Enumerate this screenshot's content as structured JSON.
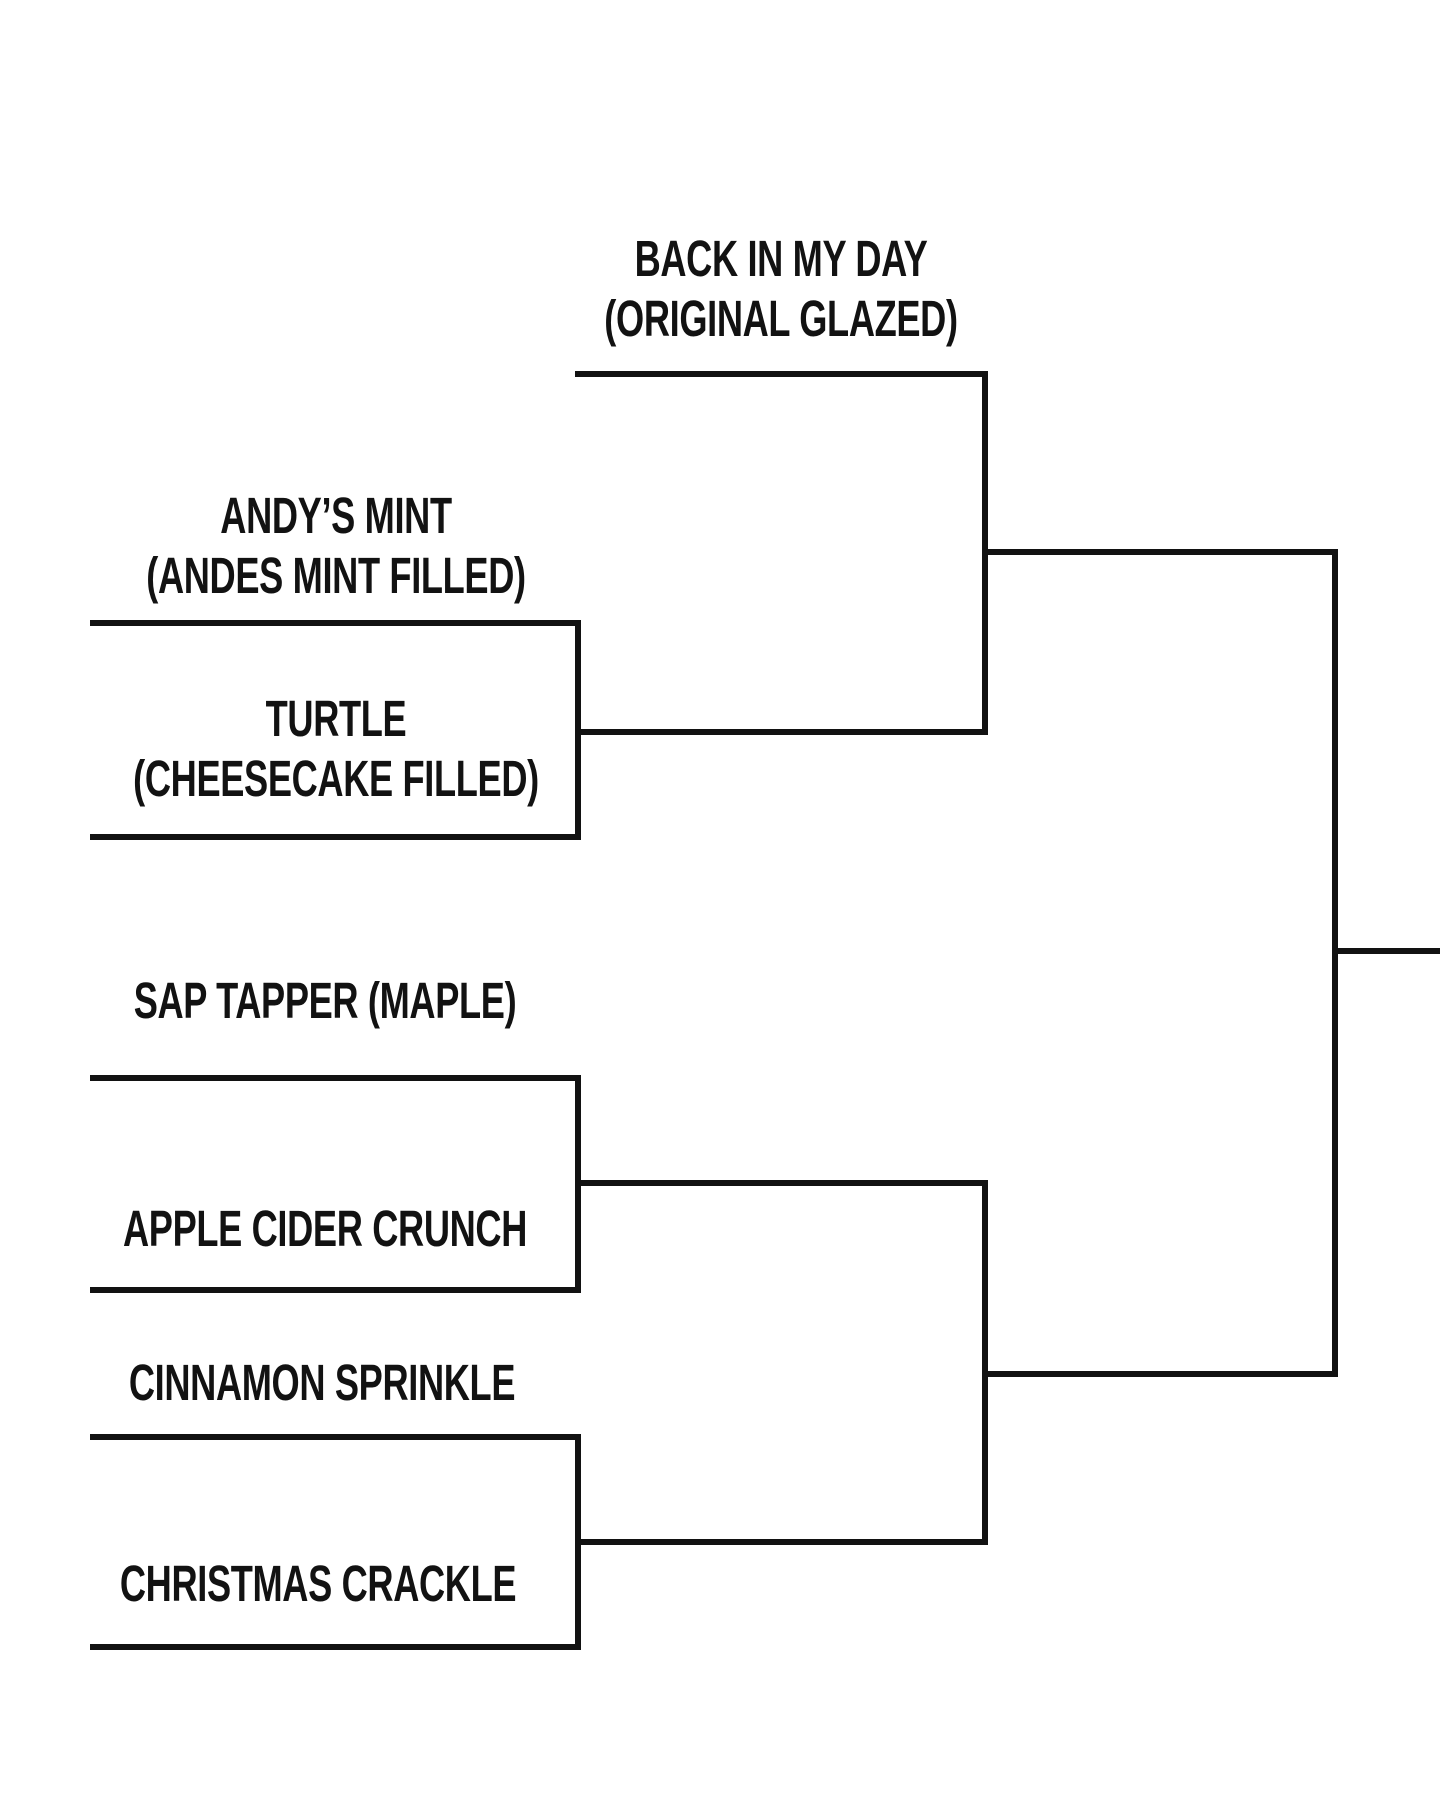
{
  "colors": {
    "background": "#ffffff",
    "line": "#121212",
    "text": "#121212"
  },
  "entries": {
    "back_in_my_day": {
      "line1": "BACK IN MY DAY",
      "line2": "(ORIGINAL GLAZED)"
    },
    "andys_mint": {
      "line1": "ANDY’S MINT",
      "line2": "(ANDES MINT FILLED)"
    },
    "turtle": {
      "line1": "TURTLE",
      "line2": "(CHEESECAKE FILLED)"
    },
    "sap_tapper": {
      "line1": "SAP TAPPER (MAPLE)"
    },
    "apple_cider_crunch": {
      "line1": "APPLE CIDER CRUNCH"
    },
    "cinnamon_sprinkle": {
      "line1": "CINNAMON SPRINKLE"
    },
    "christmas_crackle": {
      "line1": "CHRISTMAS CRACKLE"
    }
  },
  "bracket_structure": {
    "type": "single-elimination",
    "matches": [
      {
        "round": "round1",
        "top": "andys_mint",
        "bottom": "turtle"
      },
      {
        "round": "round1",
        "top": "sap_tapper",
        "bottom": "apple_cider_crunch"
      },
      {
        "round": "round1",
        "top": "cinnamon_sprinkle",
        "bottom": "christmas_crackle"
      },
      {
        "round": "semifinal",
        "top": "back_in_my_day",
        "bottom": "winner_round1_match1"
      },
      {
        "round": "semifinal",
        "top": "winner_round1_match2",
        "bottom": "winner_round1_match3"
      },
      {
        "round": "final",
        "top": "winner_semifinal1",
        "bottom": "winner_semifinal2"
      }
    ]
  }
}
